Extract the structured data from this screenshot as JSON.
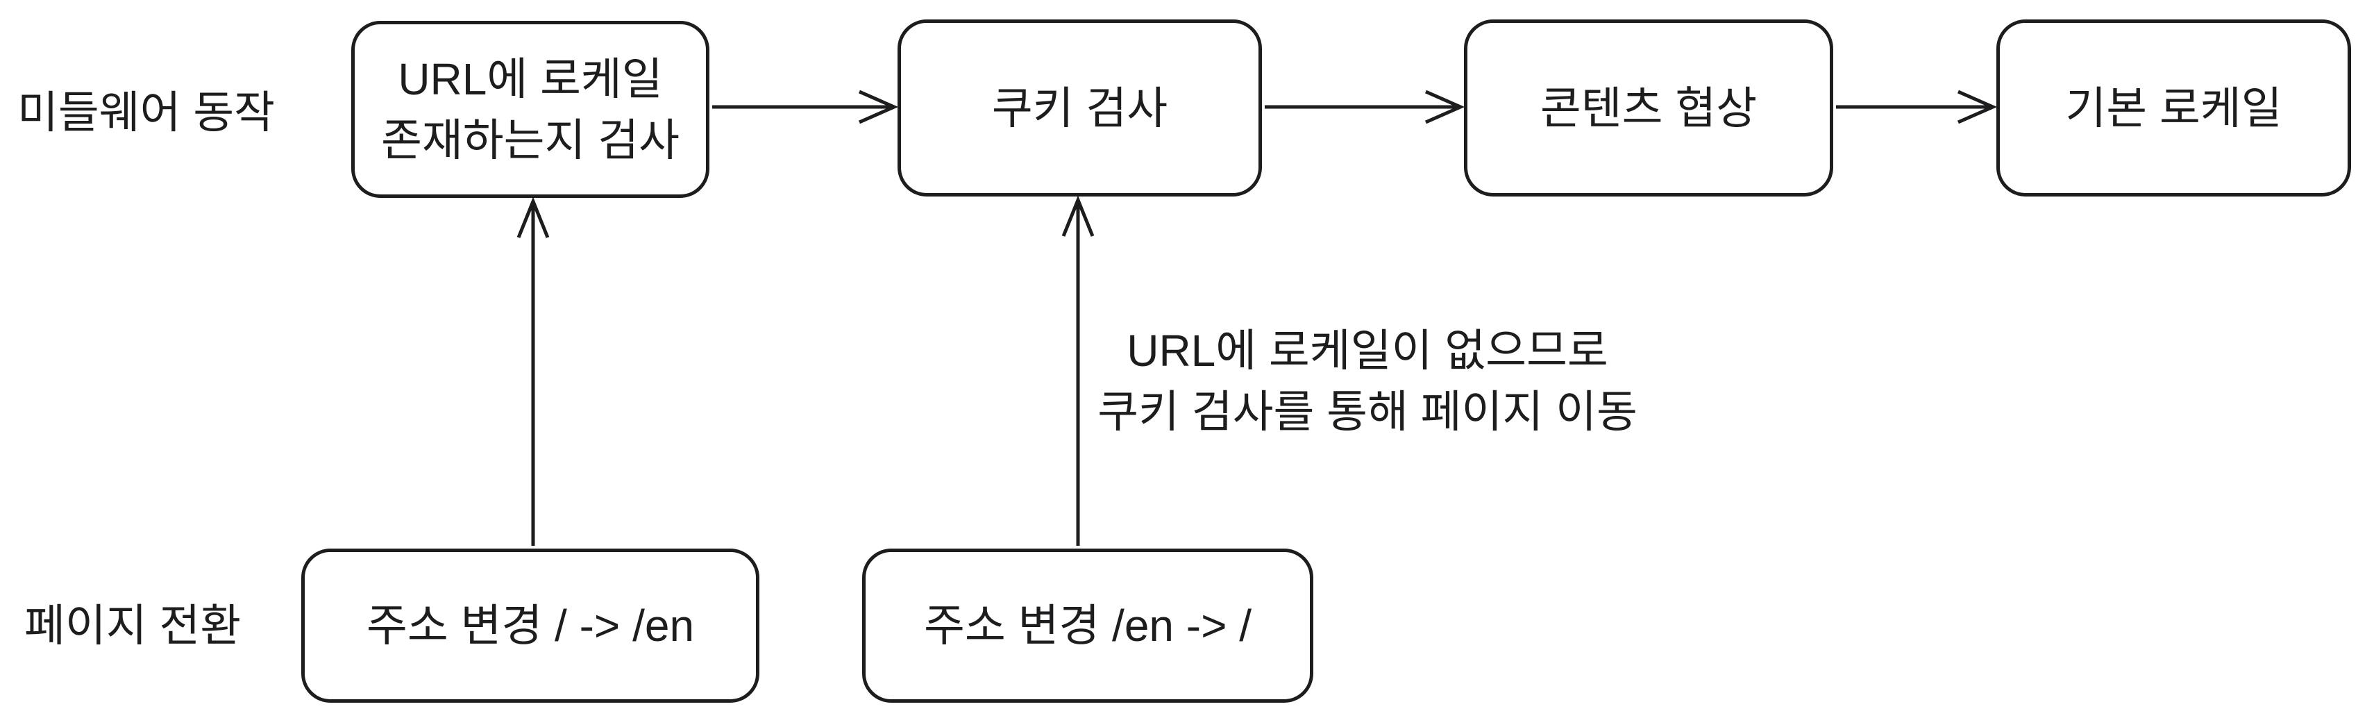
{
  "labels": {
    "row1": "미들웨어 동작",
    "row2": "페이지 전환"
  },
  "nodes": {
    "url_locale_check_line1": "URL에 로케일",
    "url_locale_check_line2": "존재하는지 검사",
    "cookie_check": "쿠키 검사",
    "content_negotiation": "콘텐츠 협상",
    "default_locale": "기본 로케일",
    "addr_change_root_to_en": "주소 변경 / -> /en",
    "addr_change_en_to_root": "주소 변경 /en -> /"
  },
  "annotation": {
    "line1": "URL에 로케일이 없으므로",
    "line2": "쿠키 검사를 통해 페이지 이동"
  },
  "edges": [
    {
      "from": "url_locale_check",
      "to": "cookie_check"
    },
    {
      "from": "cookie_check",
      "to": "content_negotiation"
    },
    {
      "from": "content_negotiation",
      "to": "default_locale"
    },
    {
      "from": "addr_change_root_to_en",
      "to": "url_locale_check"
    },
    {
      "from": "addr_change_en_to_root",
      "to": "cookie_check"
    }
  ],
  "colors": {
    "stroke": "#1d1d1f",
    "text": "#1d1d1f",
    "background": "#ffffff"
  }
}
